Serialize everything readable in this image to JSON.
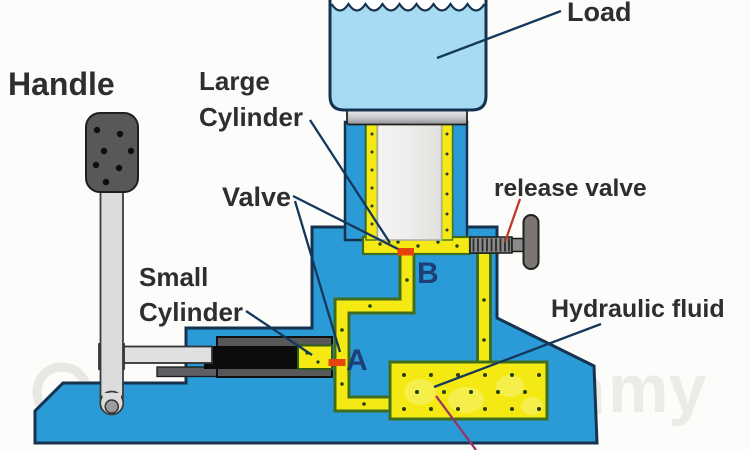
{
  "diagram": {
    "subject": "hydraulic-jack-cross-section",
    "labels": {
      "handle": "Handle",
      "large_cylinder_1": "Large",
      "large_cylinder_2": "Cylinder",
      "valve": "Valve",
      "load": "Load",
      "release_valve": "release valve",
      "small_cylinder_1": "Small",
      "small_cylinder_2": "Cylinder",
      "hydraulic_fluid": "Hydraulic fluid"
    },
    "points": {
      "a": "A",
      "b": "B"
    },
    "watermark": {
      "left": "C",
      "mid": "m",
      "right": "my"
    },
    "colors": {
      "body_blue": "#2B9BD7",
      "outline_navy": "#16324F",
      "fluid_yellow": "#F4E912",
      "pipe_outline_green": "#3F6D1F",
      "valve_mark_orange": "#E8430C",
      "point_label_navy": "#1D3F78",
      "leader_line_dark": "#14375C",
      "release_leader_red": "#C0392B",
      "reservoir_leader_maroon": "#993366",
      "load_light_blue": "#A6DBF3"
    }
  }
}
